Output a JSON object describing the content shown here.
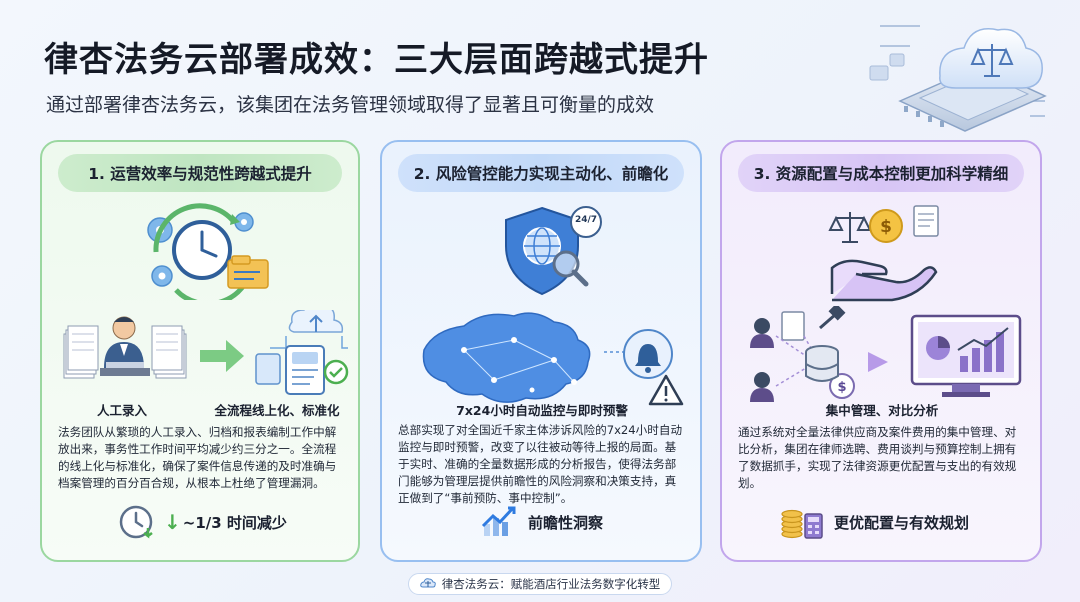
{
  "header": {
    "title": "律杏法务云部署成效：三大层面跨越式提升",
    "subtitle": "通过部署律杏法务云，该集团在法务管理领域取得了显著且可衡量的成效"
  },
  "cards": [
    {
      "heading": "1. 运营效率与规范性跨越式提升",
      "caption_left": "人工录入",
      "caption_right": "全流程线上化、标准化",
      "paragraph": "法务团队从繁琐的人工录入、归档和报表编制工作中解放出来，事务性工作时间平均减少约三分之一。全流程的线上化与标准化，确保了案件信息传递的及时准确与档案管理的百分百合规，从根本上杜绝了管理漏洞。",
      "badge_arrow": "↓",
      "badge": "~1/3 时间减少",
      "accent": "#4caf50"
    },
    {
      "heading": "2. 风险管控能力实现主动化、前瞻化",
      "icon_label": "24/7",
      "caption": "7x24小时自动监控与即时预警",
      "paragraph": "总部实现了对全国近千家主体涉诉风险的7x24小时自动监控与即时预警，改变了以往被动等待上报的局面。基于实时、准确的全量数据形成的分析报告，使得法务部门能够为管理层提供前瞻性的风险洞察和决策支持，真正做到了“事前预防、事中控制”。",
      "badge": "前瞻性洞察",
      "accent": "#2f7be0"
    },
    {
      "heading": "3. 资源配置与成本控制更加科学精细",
      "caption": "集中管理、对比分析",
      "paragraph": "通过系统对全量法律供应商及案件费用的集中管理、对比分析，集团在律师选聘、费用谈判与预算控制上拥有了数据抓手，实现了法律资源更优配置与支出的有效规划。",
      "badge": "更优配置与有效规划",
      "accent": "#8a5cd6"
    }
  ],
  "footer": {
    "text": "律杏法务云：赋能酒店行业法务数字化转型"
  }
}
